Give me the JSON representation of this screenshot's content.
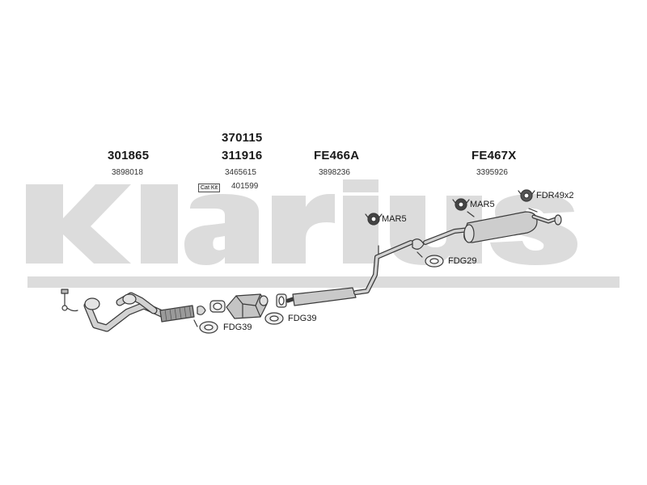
{
  "watermark": {
    "text": "klarius"
  },
  "parts": [
    {
      "id": "301865",
      "alt": "3898018"
    },
    {
      "id": "370115"
    },
    {
      "id": "311916",
      "alt": "3465615",
      "catkit_label": "Cat Kit",
      "catkit_value": "401599"
    },
    {
      "id": "FE466A",
      "alt": "3898236"
    },
    {
      "id": "FE467X",
      "alt": "3395926"
    }
  ],
  "hardware": {
    "mar5_a": "MAR5",
    "mar5_b": "MAR5",
    "fdr49x2": "FDR49x2",
    "fdg29": "FDG29",
    "fdg39_a": "FDG39",
    "fdg39_b": "FDG39"
  },
  "colors": {
    "watermark": "#d9d9d9",
    "line": "#3a3a3a",
    "part_fill": "#c8c8c8"
  }
}
